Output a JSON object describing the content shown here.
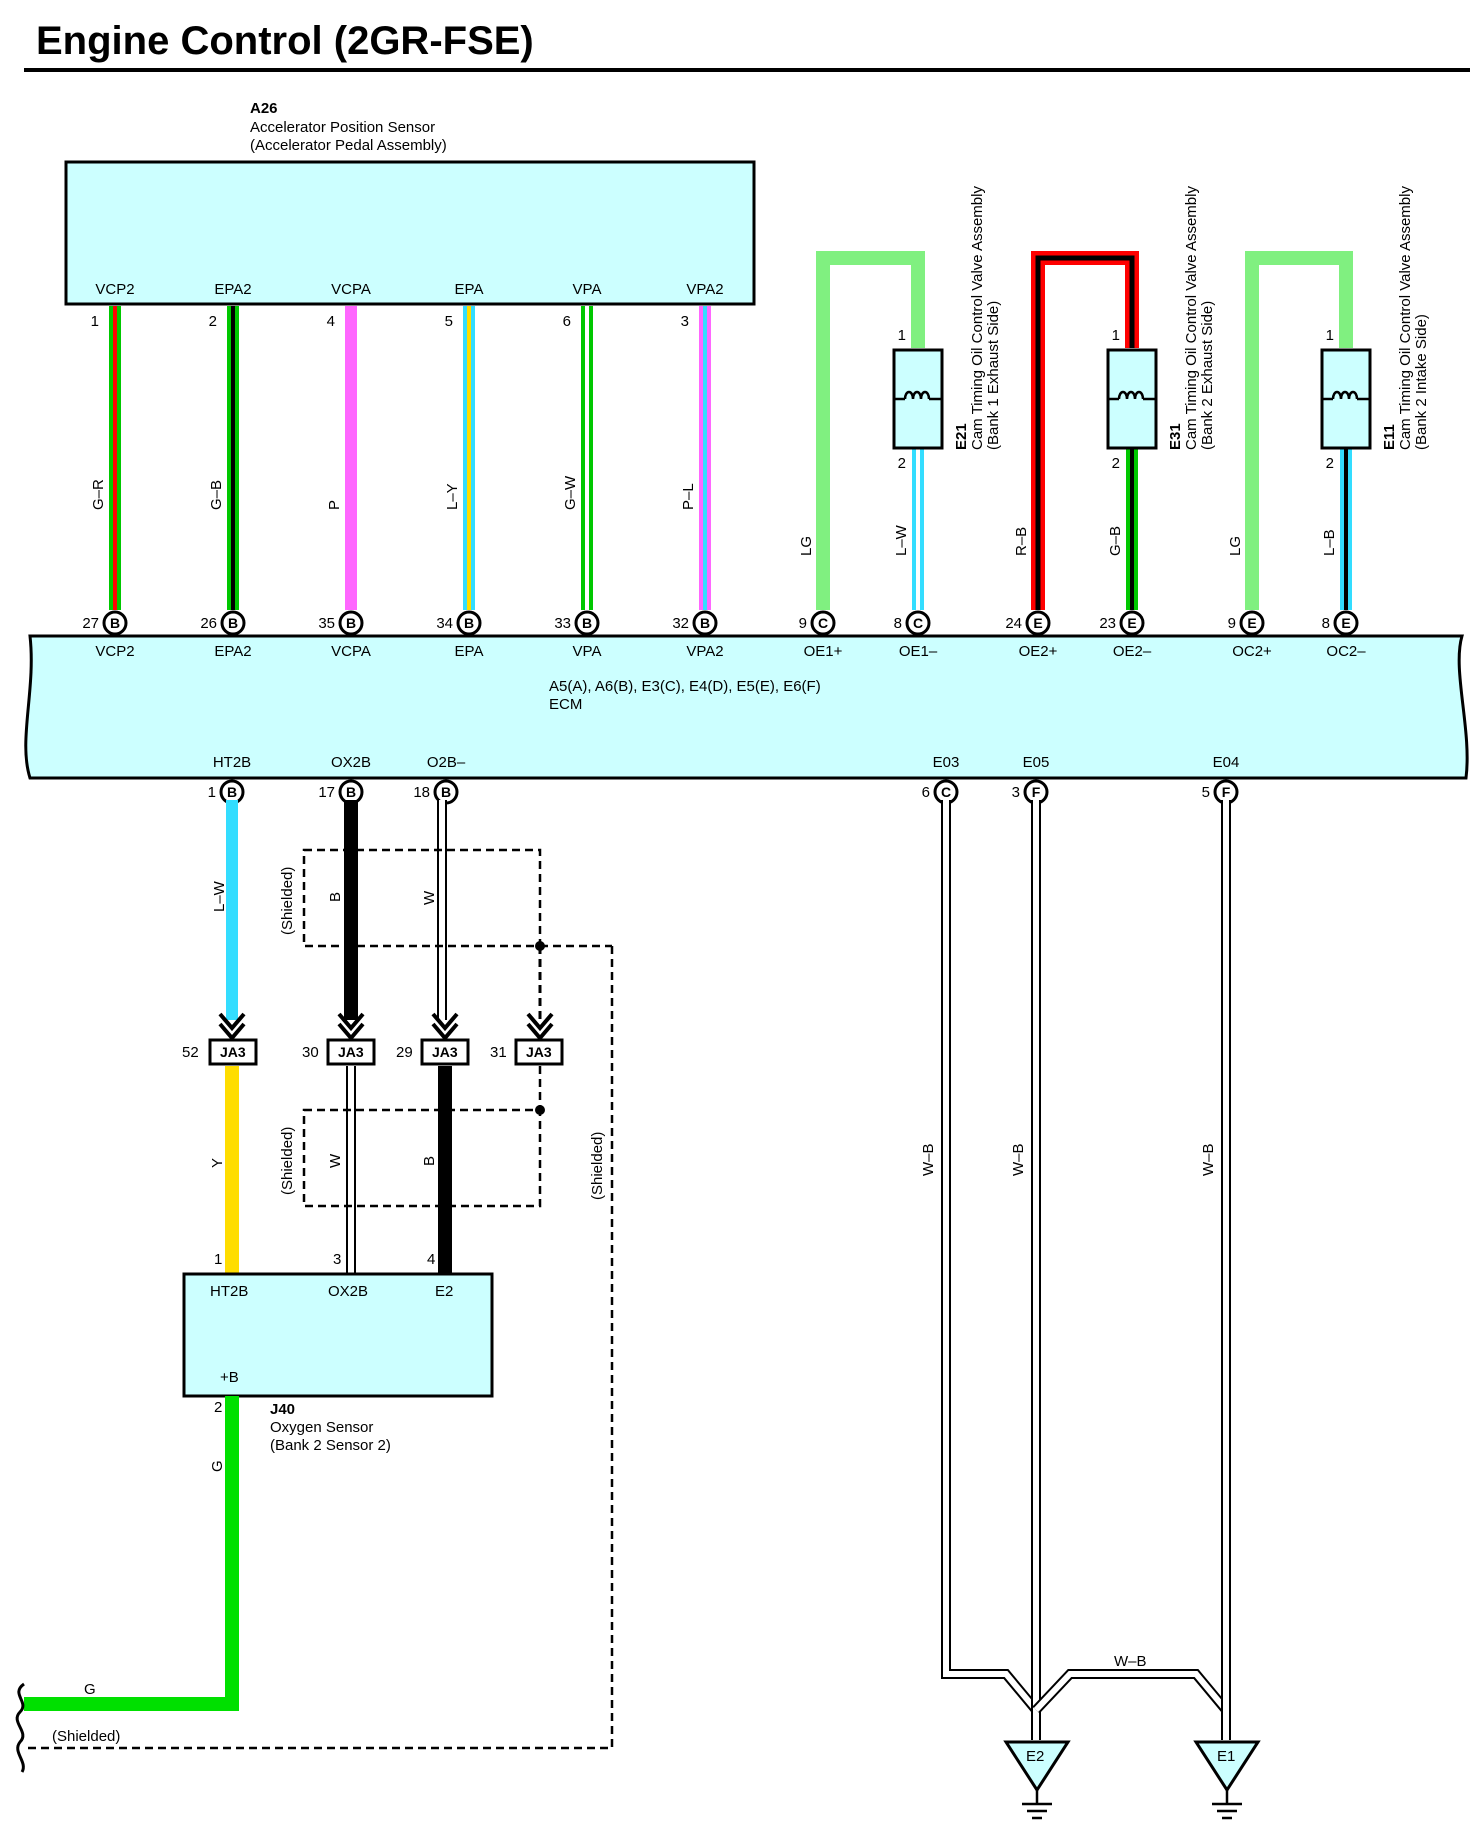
{
  "title": "Engine Control (2GR-FSE)",
  "a26": {
    "id": "A26",
    "name": "Accelerator Position Sensor",
    "sub": "(Accelerator Pedal Assembly)"
  },
  "sensor_pins": [
    {
      "term": "VCP2",
      "pin": "1",
      "color": "G–R",
      "ecm_pin": "27",
      "conn": "B",
      "ecm_term": "VCP2",
      "c1": "#00c800",
      "c2": "#ff0000"
    },
    {
      "term": "EPA2",
      "pin": "2",
      "color": "G–B",
      "ecm_pin": "26",
      "conn": "B",
      "ecm_term": "EPA2",
      "c1": "#00c800",
      "c2": "#000000"
    },
    {
      "term": "VCPA",
      "pin": "4",
      "color": "P",
      "ecm_pin": "35",
      "conn": "B",
      "ecm_term": "VCPA",
      "c1": "#ff66ff",
      "c2": ""
    },
    {
      "term": "EPA",
      "pin": "5",
      "color": "L–Y",
      "ecm_pin": "34",
      "conn": "B",
      "ecm_term": "EPA",
      "c1": "#33ddff",
      "c2": "#ffdd00"
    },
    {
      "term": "VPA",
      "pin": "6",
      "color": "G–W",
      "ecm_pin": "33",
      "conn": "B",
      "ecm_term": "VPA",
      "c1": "#00c800",
      "c2": "#ffffff"
    },
    {
      "term": "VPA2",
      "pin": "3",
      "color": "P–L",
      "ecm_pin": "32",
      "conn": "B",
      "ecm_term": "VPA2",
      "c1": "#ff66ff",
      "c2": "#33ddff"
    }
  ],
  "valves": [
    {
      "id": "E21",
      "name": "Cam Timing Oil Control Valve Assembly",
      "sub": "(Bank 1 Exhaust Side)",
      "pin1": "1",
      "pin2": "2",
      "plus": {
        "color": "LG",
        "ecm_pin": "9",
        "conn": "C",
        "ecm_term": "OE1+",
        "c1": "#80f080",
        "c2": ""
      },
      "minus": {
        "color": "L–W",
        "ecm_pin": "8",
        "conn": "C",
        "ecm_term": "OE1–",
        "c1": "#33ddff",
        "c2": "#ffffff"
      }
    },
    {
      "id": "E31",
      "name": "Cam Timing Oil Control Valve Assembly",
      "sub": "(Bank 2 Exhaust Side)",
      "pin1": "1",
      "pin2": "2",
      "plus": {
        "color": "R–B",
        "ecm_pin": "24",
        "conn": "E",
        "ecm_term": "OE2+",
        "c1": "#ff0000",
        "c2": "#000000"
      },
      "minus": {
        "color": "G–B",
        "ecm_pin": "23",
        "conn": "E",
        "ecm_term": "OE2–",
        "c1": "#00c800",
        "c2": "#000000"
      }
    },
    {
      "id": "E11",
      "name": "Cam Timing Oil Control Valve Assembly",
      "sub": "(Bank 2 Intake Side)",
      "pin1": "1",
      "pin2": "2",
      "plus": {
        "color": "LG",
        "ecm_pin": "9",
        "conn": "E",
        "ecm_term": "OC2+",
        "c1": "#80f080",
        "c2": ""
      },
      "minus": {
        "color": "L–B",
        "ecm_pin": "8",
        "conn": "E",
        "ecm_term": "OC2–",
        "c1": "#33ddff",
        "c2": "#000000"
      }
    }
  ],
  "ecm": {
    "connectors": "A5(A), A6(B), E3(C), E4(D), E5(E), E6(F)",
    "name": "ECM"
  },
  "ecm_bottom": [
    {
      "term": "HT2B",
      "pin": "1",
      "conn": "B"
    },
    {
      "term": "OX2B",
      "pin": "17",
      "conn": "B"
    },
    {
      "term": "O2B–",
      "pin": "18",
      "conn": "B"
    },
    {
      "term": "E03",
      "pin": "6",
      "conn": "C"
    },
    {
      "term": "E05",
      "pin": "3",
      "conn": "F"
    },
    {
      "term": "E04",
      "pin": "5",
      "conn": "F"
    }
  ],
  "upper_wires": {
    "l_w": "L–W",
    "b": "B",
    "w": "W",
    "shielded": "(Shielded)"
  },
  "junctions": [
    {
      "pin": "52",
      "label": "JA3"
    },
    {
      "pin": "30",
      "label": "JA3"
    },
    {
      "pin": "29",
      "label": "JA3"
    },
    {
      "pin": "31",
      "label": "JA3"
    }
  ],
  "lower_wires": {
    "y": "Y",
    "w": "W",
    "b": "B",
    "shielded": "(Shielded)",
    "shielded_long": "(Shielded)"
  },
  "j40": {
    "id": "J40",
    "name": "Oxygen Sensor",
    "sub": "(Bank 2 Sensor 2)",
    "terms": [
      "HT2B",
      "OX2B",
      "E2",
      "+B"
    ],
    "pins": [
      "1",
      "3",
      "4",
      "2"
    ]
  },
  "power_wire": {
    "color": "G",
    "color2": "G",
    "shielded": "(Shielded)"
  },
  "ground_wires": {
    "color": "W–B",
    "color2": "W–B",
    "color3": "W–B",
    "color4": "W–B"
  },
  "grounds": [
    "E2",
    "E1"
  ]
}
